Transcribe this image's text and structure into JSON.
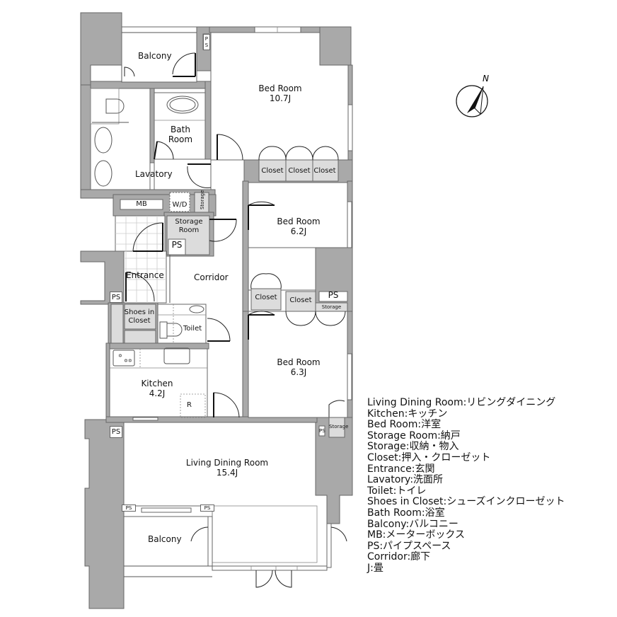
{
  "floorplan": {
    "rooms": {
      "balcony_top": "Balcony",
      "bed_room_1": {
        "name": "Bed Room",
        "size": "10.7J"
      },
      "bath_room": {
        "line1": "Bath",
        "line2": "Room"
      },
      "lavatory": "Lavatory",
      "mb": "MB",
      "wd": "W/D",
      "storage_small": "Storage",
      "storage_room": {
        "line1": "Storage",
        "line2": "Room"
      },
      "ps_storage_room": "PS",
      "entrance": "Entrance",
      "corridor": "Corridor",
      "ps_entrance": "PS",
      "shoes_in_closet": {
        "line1": "Shoes in",
        "line2": "Closet"
      },
      "toilet": "Toilet",
      "kitchen": {
        "name": "Kitchen",
        "size": "4.2J"
      },
      "refrigerator": "R",
      "bed_room_2": {
        "name": "Bed Room",
        "size": "6.2J"
      },
      "bed_room_3": {
        "name": "Bed Room",
        "size": "6.3J"
      },
      "closets_top": [
        "Closet",
        "Closet",
        "Closet"
      ],
      "closet_br2": "Closet",
      "closet_br3": "Closet",
      "ps_br2": "PS",
      "storage_br3_top": "Storage",
      "storage_br3_bottom": "Storage",
      "ps_br3": "PS",
      "ps_ldr_left": "PS",
      "ldr": {
        "name": "Living Dining Room",
        "size": "15.4J"
      },
      "ps_balcony_left": "PS",
      "ps_balcony_right": "PS",
      "balcony_bottom": "Balcony",
      "ps_top": "P\nS"
    },
    "compass": {
      "label": "N"
    }
  },
  "legend": [
    "Living Dining Room:リビングダイニング",
    "Kitchen:キッチン",
    "Bed Room:洋室",
    "Storage Room:納戸",
    "Storage:収納・物入",
    "Closet:押入・クローゼット",
    "Entrance:玄関",
    "Lavatory:洗面所",
    "Toilet:トイレ",
    "Shoes in Closet:シューズインクローゼット",
    "Bath Room:浴室",
    "Balcony:バルコニー",
    "MB:メーターボックス",
    "PS:パイプスペース",
    "Corridor:廊下",
    "J:畳"
  ],
  "colors": {
    "wall": "#a9a9a9",
    "storage_fill": "#dcdcdc",
    "line": "#666666"
  }
}
